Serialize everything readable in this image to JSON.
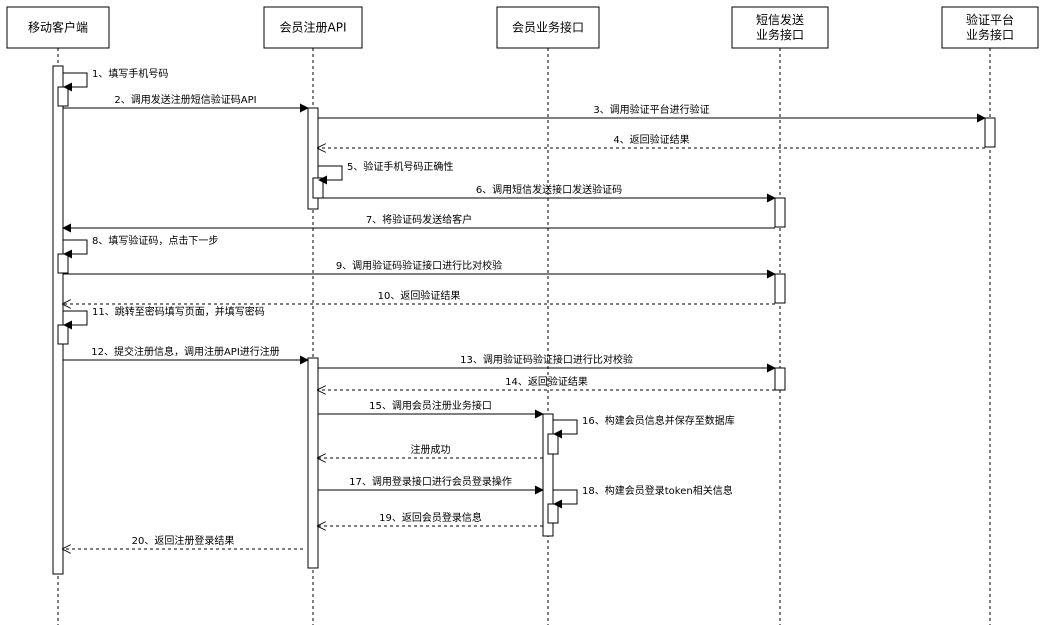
{
  "participants": [
    {
      "id": "mobile",
      "label": [
        "移动客户端"
      ]
    },
    {
      "id": "api",
      "label": [
        "会员注册API"
      ]
    },
    {
      "id": "biz",
      "label": [
        "会员业务接口"
      ]
    },
    {
      "id": "sms",
      "label": [
        "短信发送",
        "业务接口"
      ]
    },
    {
      "id": "verify",
      "label": [
        "验证平台",
        "业务接口"
      ]
    }
  ],
  "messages": [
    {
      "from": "mobile",
      "to": "mobile",
      "text": "1、填写手机号码",
      "style": "self"
    },
    {
      "from": "mobile",
      "to": "api",
      "text": "2、调用发送注册短信验证码API",
      "style": "solid"
    },
    {
      "from": "api",
      "to": "verify",
      "text": "3、调用验证平台进行验证",
      "style": "solid"
    },
    {
      "from": "verify",
      "to": "api",
      "text": "4、返回验证结果",
      "style": "dashed"
    },
    {
      "from": "api",
      "to": "api",
      "text": "5、验证手机号码正确性",
      "style": "self"
    },
    {
      "from": "api",
      "to": "sms",
      "text": "6、调用短信发送接口发送验证码",
      "style": "solid"
    },
    {
      "from": "sms",
      "to": "mobile",
      "text": "7、将验证码发送给客户",
      "style": "solid"
    },
    {
      "from": "mobile",
      "to": "mobile",
      "text": "8、填写验证码，点击下一步",
      "style": "self"
    },
    {
      "from": "mobile",
      "to": "sms",
      "text": "9、调用验证码验证接口进行比对校验",
      "style": "solid"
    },
    {
      "from": "sms",
      "to": "mobile",
      "text": "10、返回验证结果",
      "style": "dashed"
    },
    {
      "from": "mobile",
      "to": "mobile",
      "text": "11、跳转至密码填写页面，并填写密码",
      "style": "self"
    },
    {
      "from": "mobile",
      "to": "api",
      "text": "12、提交注册信息，调用注册API进行注册",
      "style": "solid"
    },
    {
      "from": "api",
      "to": "sms",
      "text": "13、调用验证码验证接口进行比对校验",
      "style": "solid"
    },
    {
      "from": "sms",
      "to": "api",
      "text": "14、返回验证结果",
      "style": "dashed"
    },
    {
      "from": "api",
      "to": "biz",
      "text": "15、调用会员注册业务接口",
      "style": "solid"
    },
    {
      "from": "biz",
      "to": "biz",
      "text": "16、构建会员信息并保存至数据库",
      "style": "self"
    },
    {
      "from": "biz",
      "to": "api",
      "text": "注册成功",
      "style": "dashed"
    },
    {
      "from": "api",
      "to": "biz",
      "text": "17、调用登录接口进行会员登录操作",
      "style": "solid"
    },
    {
      "from": "biz",
      "to": "biz",
      "text": "18、构建会员登录token相关信息",
      "style": "self"
    },
    {
      "from": "biz",
      "to": "api",
      "text": "19、返回会员登录信息",
      "style": "dashed"
    },
    {
      "from": "api",
      "to": "mobile",
      "text": "20、返回注册登录结果",
      "style": "dashed"
    }
  ]
}
